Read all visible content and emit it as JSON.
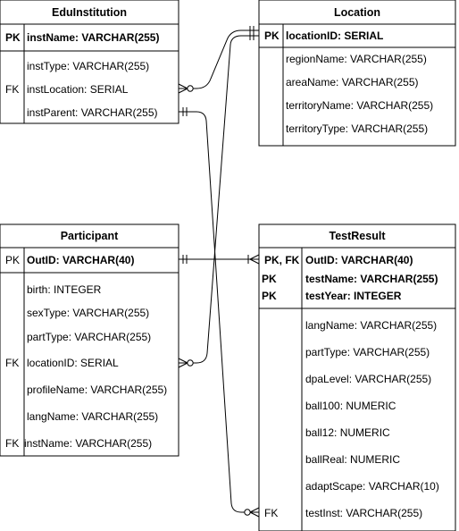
{
  "entities": {
    "eduinstitution": {
      "title": "EduInstitution",
      "keys": [
        {
          "key": "PK",
          "text": "instName: VARCHAR(255)",
          "bold": true
        }
      ],
      "attributes": [
        {
          "key": "",
          "text": "instType: VARCHAR(255)"
        },
        {
          "key": "FK",
          "text": "instLocation: SERIAL"
        },
        {
          "key": "",
          "text": "instParent: VARCHAR(255)"
        }
      ]
    },
    "location": {
      "title": "Location",
      "keys": [
        {
          "key": "PK",
          "text": "locationID: SERIAL",
          "bold": true
        }
      ],
      "attributes": [
        {
          "key": "",
          "text": "regionName: VARCHAR(255)"
        },
        {
          "key": "",
          "text": "areaName: VARCHAR(255)"
        },
        {
          "key": "",
          "text": "territoryName: VARCHAR(255)"
        },
        {
          "key": "",
          "text": "territoryType: VARCHAR(255)"
        }
      ]
    },
    "participant": {
      "title": "Participant",
      "keys": [
        {
          "key": "PK",
          "text": "OutID: VARCHAR(40)",
          "bold": true
        }
      ],
      "attributes": [
        {
          "key": "",
          "text": "birth: INTEGER"
        },
        {
          "key": "",
          "text": "sexType: VARCHAR(255)"
        },
        {
          "key": "",
          "text": "partType: VARCHAR(255)"
        },
        {
          "key": "FK",
          "text": "locationID: SERIAL"
        },
        {
          "key": "",
          "text": "profileName: VARCHAR(255)"
        },
        {
          "key": "",
          "text": "langName: VARCHAR(255)"
        },
        {
          "key": "FK",
          "text": "instName: VARCHAR(255)"
        }
      ]
    },
    "testresult": {
      "title": "TestResult",
      "keys": [
        {
          "key": "PK, FK",
          "text": "OutID: VARCHAR(40)",
          "bold": true
        },
        {
          "key": "PK",
          "text": "testName: VARCHAR(255)",
          "bold": true
        },
        {
          "key": "PK",
          "text": "testYear: INTEGER",
          "bold": true
        }
      ],
      "attributes": [
        {
          "key": "",
          "text": "langName: VARCHAR(255)"
        },
        {
          "key": "",
          "text": "partType: VARCHAR(255)"
        },
        {
          "key": "",
          "text": "dpaLevel: VARCHAR(255)"
        },
        {
          "key": "",
          "text": "ball100: NUMERIC"
        },
        {
          "key": "",
          "text": "ball12: NUMERIC"
        },
        {
          "key": "",
          "text": "ballReal: NUMERIC"
        },
        {
          "key": "",
          "text": "adaptScape: VARCHAR(10)"
        },
        {
          "key": "FK",
          "text": "testInst: VARCHAR(255)"
        }
      ]
    }
  },
  "relationships": [
    {
      "from": "eduinstitution.instLocation",
      "to": "location.locationID",
      "from_end": "zero-or-many",
      "to_end": "one-and-only-one"
    },
    {
      "from": "eduinstitution.instParent",
      "to": "testresult.testInst",
      "from_end": "one-and-only-one",
      "to_end": "zero-or-many"
    },
    {
      "from": "participant.locationID",
      "to": "location.locationID",
      "from_end": "zero-or-many",
      "to_end": "one-and-only-one"
    },
    {
      "from": "participant.OutID",
      "to": "testresult.OutID",
      "from_end": "one-and-only-one",
      "to_end": "one-or-many"
    }
  ]
}
